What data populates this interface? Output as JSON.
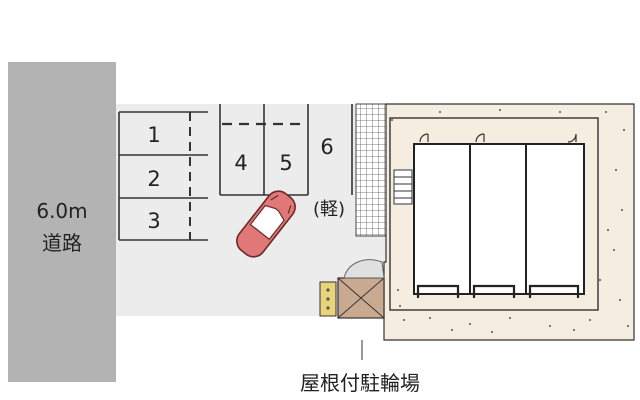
{
  "road": {
    "width_label": "6.0m",
    "name": "道路",
    "color": "#b3b3b3"
  },
  "parking": {
    "spaces": [
      {
        "label": "1"
      },
      {
        "label": "2"
      },
      {
        "label": "3"
      },
      {
        "label": "4"
      },
      {
        "label": "5"
      },
      {
        "label": "6"
      }
    ],
    "kei_note": "(軽)",
    "lot_color": "#ececec"
  },
  "building": {
    "units": 3,
    "garden_color": "#f5ede0"
  },
  "bicycle_parking": {
    "label": "屋根付駐輪場",
    "roof_color": "#c9a98f"
  },
  "car": {
    "color": "#e07878"
  }
}
